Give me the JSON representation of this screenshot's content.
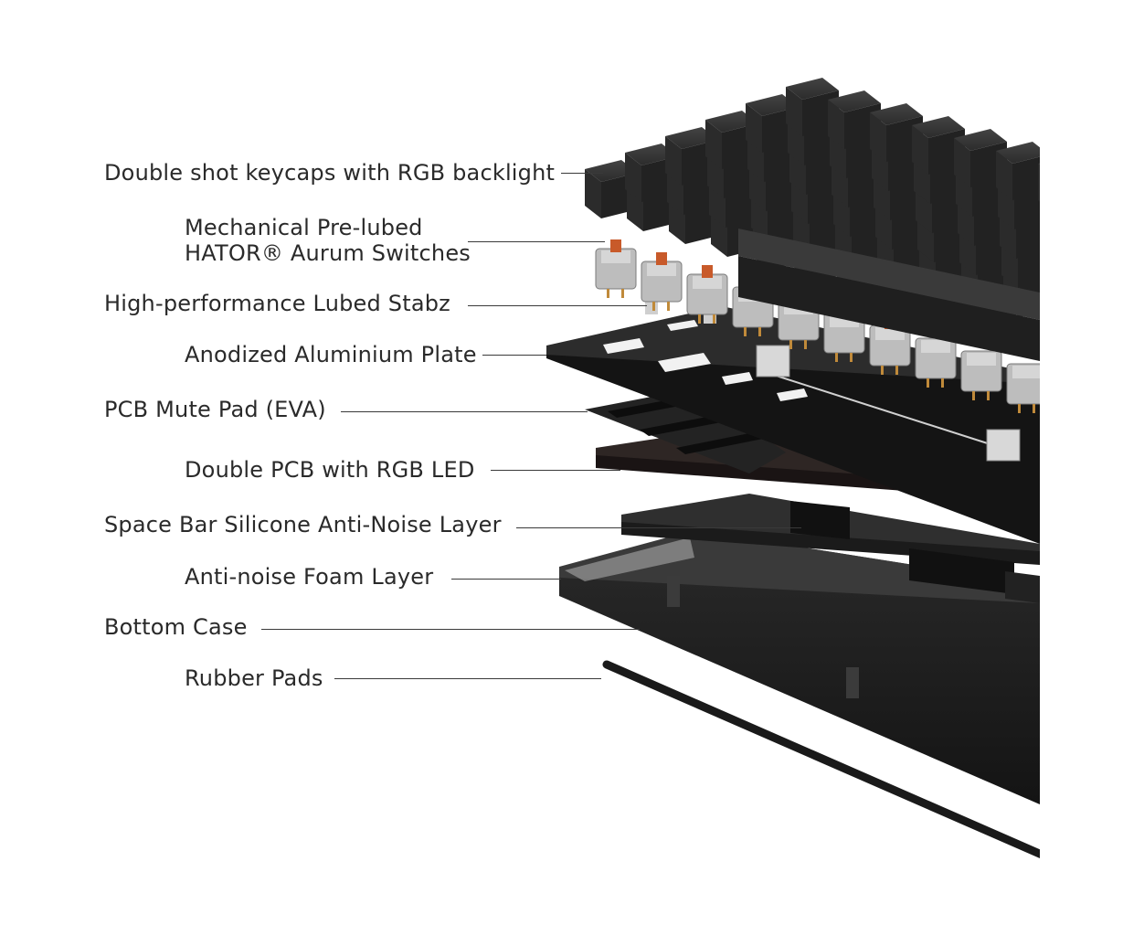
{
  "diagram": {
    "labels": [
      {
        "id": "keycaps",
        "lines": [
          "Double shot keycaps with RGB backlight"
        ]
      },
      {
        "id": "switches",
        "lines": [
          "Mechanical Pre-lubed",
          "HATOR® Aurum Switches"
        ]
      },
      {
        "id": "stabz",
        "lines": [
          "High-performance Lubed Stabz"
        ]
      },
      {
        "id": "plate",
        "lines": [
          "Anodized Aluminium Plate"
        ]
      },
      {
        "id": "mute-pad",
        "lines": [
          "PCB Mute Pad (EVA)"
        ]
      },
      {
        "id": "pcb",
        "lines": [
          "Double PCB with RGB LED"
        ]
      },
      {
        "id": "silicone",
        "lines": [
          "Space Bar Silicone Anti-Noise Layer"
        ]
      },
      {
        "id": "foam",
        "lines": [
          "Anti-noise Foam Layer"
        ]
      },
      {
        "id": "bottom-case",
        "lines": [
          "Bottom Case"
        ]
      },
      {
        "id": "rubber-pads",
        "lines": [
          "Rubber Pads"
        ]
      }
    ],
    "colors": {
      "keycap": "#2b2b2b",
      "keycap_top": "#3a3a3a",
      "switch_stem": "#c85a2a",
      "switch_housing": "#bdbdbd",
      "plate": "#1e1e1e",
      "leader": "#3a3a3a",
      "text": "#2a2a2a"
    }
  }
}
